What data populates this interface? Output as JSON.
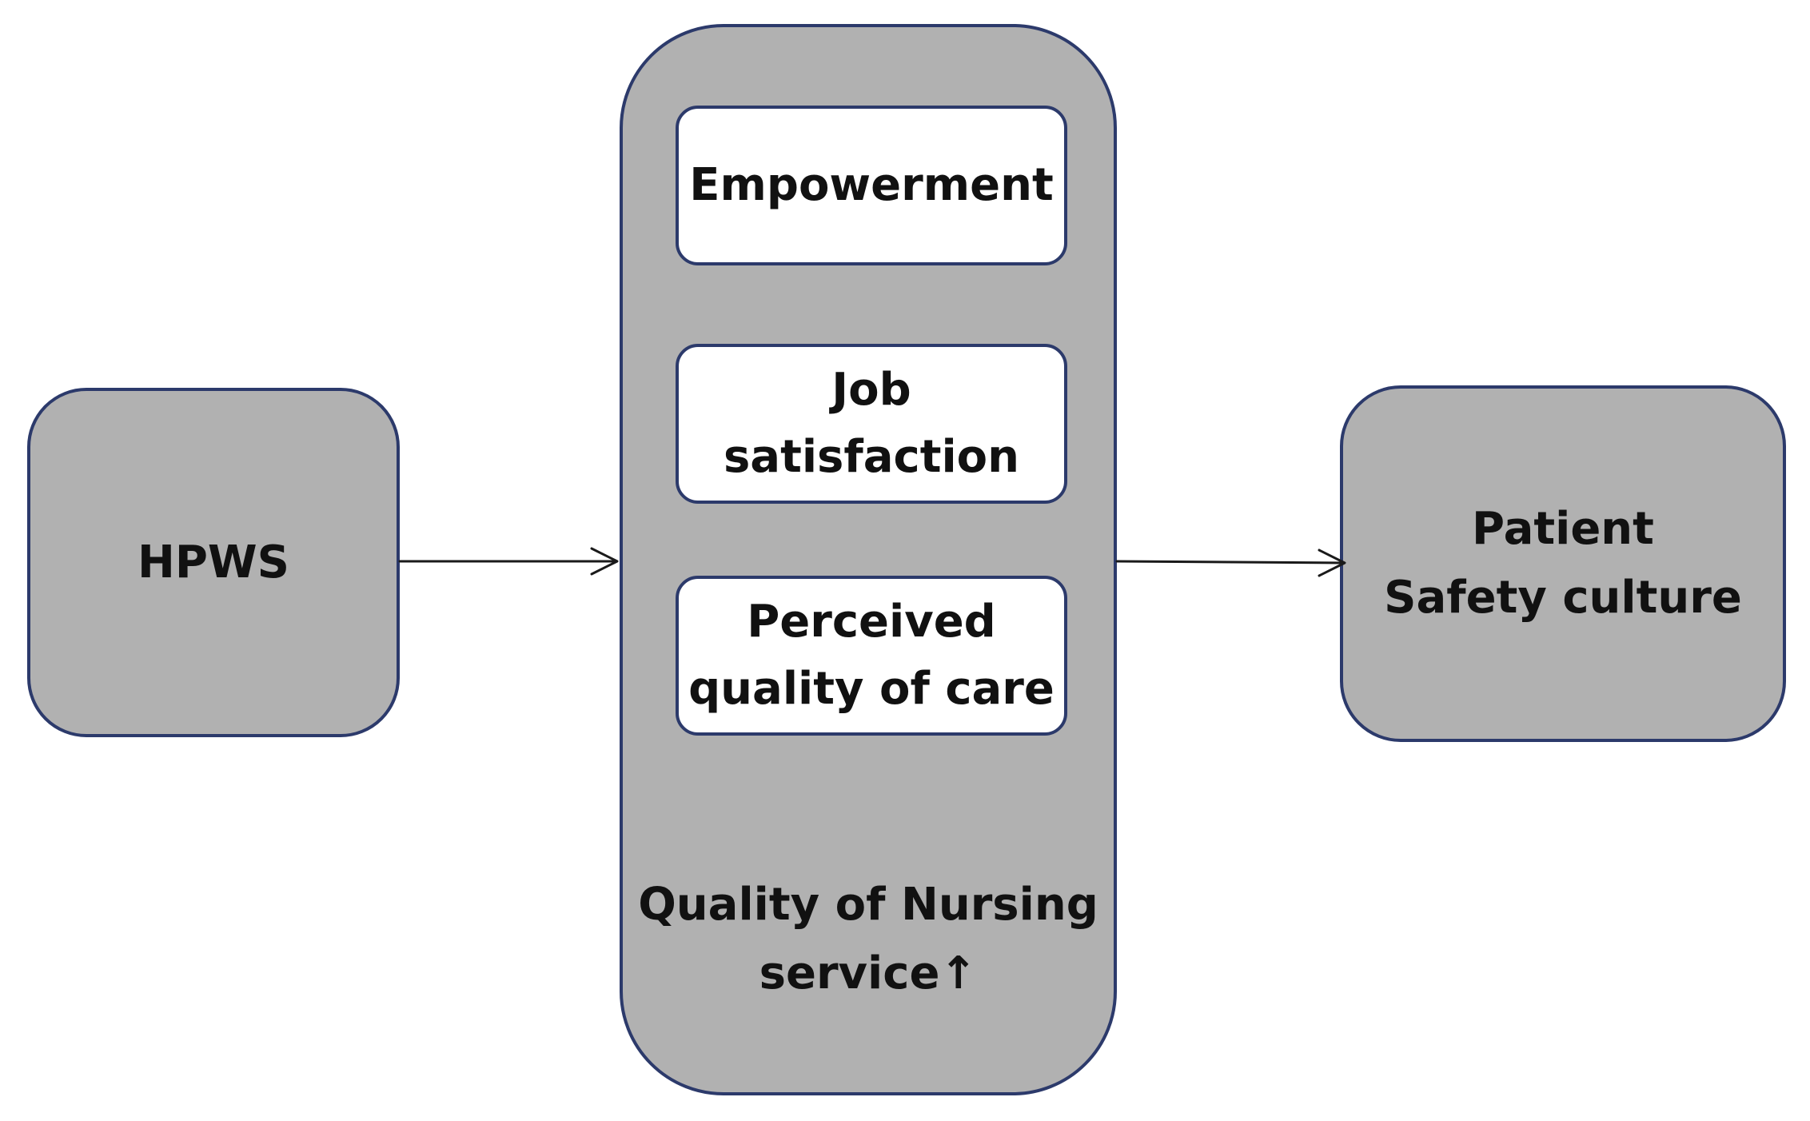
{
  "nodes": {
    "hpws": {
      "label": "HPWS"
    },
    "patient_safety": {
      "line1": "Patient",
      "line2": "Safety culture"
    },
    "quality": {
      "line1": "Quality of Nursing",
      "line2": "service↑",
      "items": {
        "empowerment": "Empowerment",
        "job_satisfaction": "Job satisfaction",
        "perceived_line1": "Perceived",
        "perceived_line2": "quality of care"
      }
    }
  },
  "colors": {
    "box_fill": "#b1b1b1",
    "inner_fill": "#ffffff",
    "border": "#2c3a6b",
    "arrow": "#1a1a1a",
    "text": "#111111"
  }
}
